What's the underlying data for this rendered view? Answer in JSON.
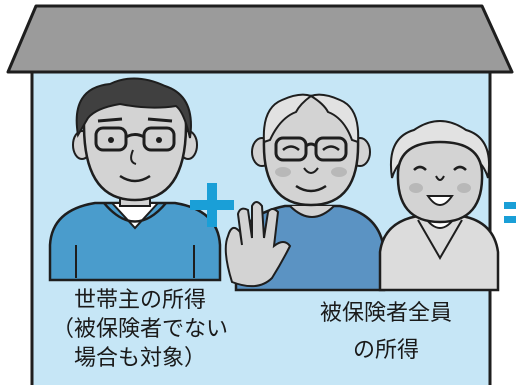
{
  "colors": {
    "roof": "#9b9b9b",
    "wall": "#c6e6f6",
    "outline": "#1e1e1e",
    "plus": "#1a9fd7",
    "sweater": "#4a9ccc",
    "elder_sweater": "#5b93c3",
    "cardigan": "#dcdcdc",
    "skin": "#d3d3d3",
    "hair_dark": "#404040",
    "hair_grey": "#e2e2e2"
  },
  "operators": {
    "plus": "+",
    "equals": "="
  },
  "labels": {
    "householder": {
      "lines": [
        "世帯主の所得",
        "（被保険者でない",
        "場合も対象）"
      ]
    },
    "insured": {
      "lines": [
        "被保険者全員",
        "の所得"
      ]
    }
  }
}
